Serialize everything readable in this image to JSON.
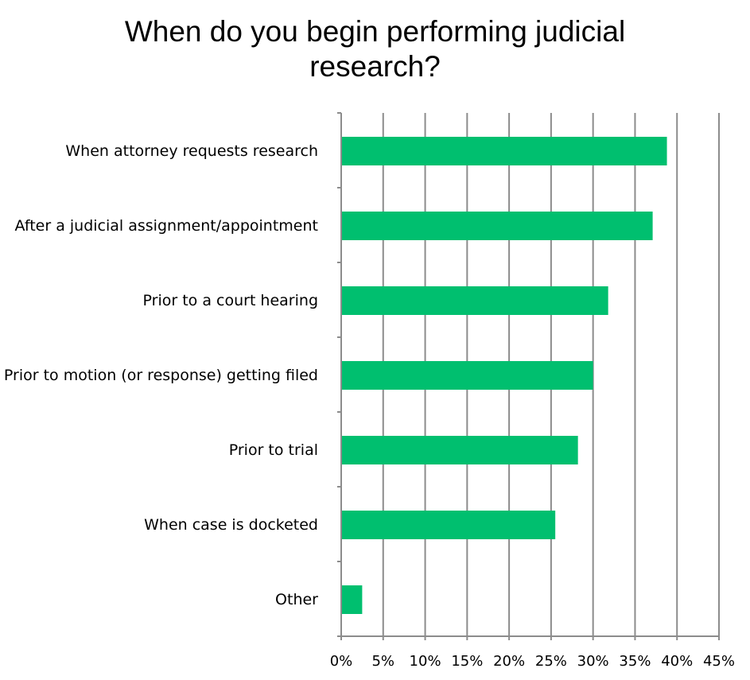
{
  "chart_data": {
    "type": "bar",
    "orientation": "horizontal",
    "title_line1": "When do you begin performing judicial",
    "title_line2": "research?",
    "categories": [
      "When attorney requests research",
      "After a judicial assignment/appointment",
      "Prior to a court hearing",
      "Prior to motion (or response) getting filed",
      "Prior to trial",
      "When case is docketed",
      "Other"
    ],
    "values": [
      38.8,
      37.1,
      31.8,
      30.0,
      28.2,
      25.5,
      2.5
    ],
    "xlim": [
      0,
      45
    ],
    "x_ticks": [
      "0%",
      "5%",
      "10%",
      "15%",
      "20%",
      "25%",
      "30%",
      "35%",
      "40%",
      "45%"
    ],
    "xlabel": "",
    "ylabel": "",
    "grid": "vertical",
    "legend": "none",
    "bar_color": "#00BF6F",
    "grid_color": "#8C8C8C"
  }
}
